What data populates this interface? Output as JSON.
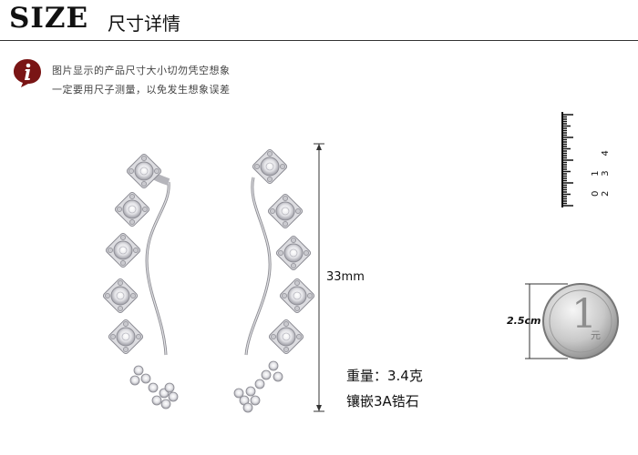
{
  "header": {
    "title_en": "SIZE",
    "title_cn": "尺寸详情"
  },
  "notice": {
    "icon": "info-icon",
    "accent_color": "#7a1515",
    "line1": "图片显示的产品尺寸大小切勿凭空想象",
    "line2": "一定要用尺子测量，以免发生想象误差"
  },
  "dimensions": {
    "height_label": "33mm"
  },
  "specs": {
    "weight": "重量：3.4克",
    "stone": "镶嵌3A锆石"
  },
  "coin": {
    "size_label": "2.5cm",
    "denomination": "1",
    "unit": "元"
  },
  "ruler": {
    "labels": [
      "0",
      "1",
      "2",
      "3",
      "4"
    ]
  }
}
